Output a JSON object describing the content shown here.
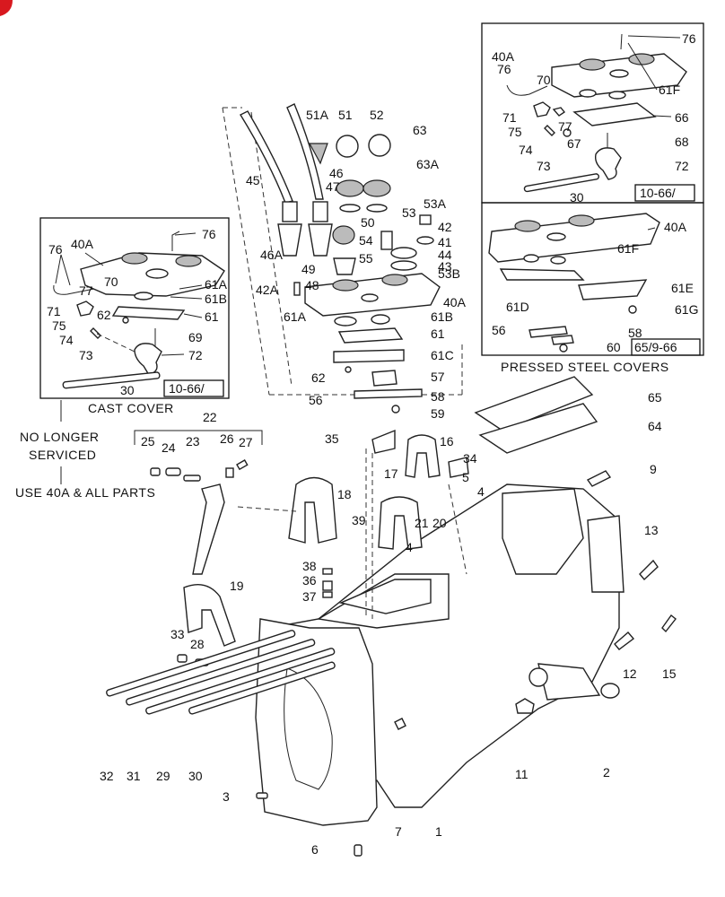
{
  "captions": {
    "cast_cover": "CAST COVER",
    "pressed_steel": "PRESSED STEEL COVERS",
    "no_longer_1": "NO  LONGER",
    "no_longer_2": "SERVICED",
    "use_40a": "USE 40A & ALL PARTS",
    "date_left": "10-66/",
    "date_right_top": "10-66/",
    "date_right_bottom": "65/9-66"
  },
  "part_labels": [
    {
      "id": "1",
      "t": "1"
    },
    {
      "id": "2",
      "t": "2"
    },
    {
      "id": "3",
      "t": "3"
    },
    {
      "id": "4a",
      "t": "4"
    },
    {
      "id": "4b",
      "t": "4"
    },
    {
      "id": "5",
      "t": "5"
    },
    {
      "id": "6",
      "t": "6"
    },
    {
      "id": "7",
      "t": "7"
    },
    {
      "id": "9",
      "t": "9"
    },
    {
      "id": "11",
      "t": "11"
    },
    {
      "id": "12",
      "t": "12"
    },
    {
      "id": "13",
      "t": "13"
    },
    {
      "id": "15",
      "t": "15"
    },
    {
      "id": "16",
      "t": "16"
    },
    {
      "id": "17",
      "t": "17"
    },
    {
      "id": "18",
      "t": "18"
    },
    {
      "id": "19",
      "t": "19"
    },
    {
      "id": "20",
      "t": "20"
    },
    {
      "id": "21",
      "t": "21"
    },
    {
      "id": "22",
      "t": "22"
    },
    {
      "id": "23",
      "t": "23"
    },
    {
      "id": "24",
      "t": "24"
    },
    {
      "id": "25",
      "t": "25"
    },
    {
      "id": "26",
      "t": "26"
    },
    {
      "id": "27",
      "t": "27"
    },
    {
      "id": "28",
      "t": "28"
    },
    {
      "id": "29",
      "t": "29"
    },
    {
      "id": "30",
      "t": "30"
    },
    {
      "id": "31",
      "t": "31"
    },
    {
      "id": "32",
      "t": "32"
    },
    {
      "id": "33",
      "t": "33"
    },
    {
      "id": "34",
      "t": "34"
    },
    {
      "id": "35",
      "t": "35"
    },
    {
      "id": "36",
      "t": "36"
    },
    {
      "id": "37",
      "t": "37"
    },
    {
      "id": "38",
      "t": "38"
    },
    {
      "id": "39",
      "t": "39"
    },
    {
      "id": "40A",
      "t": "40A"
    },
    {
      "id": "41",
      "t": "41"
    },
    {
      "id": "42",
      "t": "42"
    },
    {
      "id": "42A",
      "t": "42A"
    },
    {
      "id": "43",
      "t": "43"
    },
    {
      "id": "44",
      "t": "44"
    },
    {
      "id": "45",
      "t": "45"
    },
    {
      "id": "46",
      "t": "46"
    },
    {
      "id": "46A",
      "t": "46A"
    },
    {
      "id": "47",
      "t": "47"
    },
    {
      "id": "48",
      "t": "48"
    },
    {
      "id": "49",
      "t": "49"
    },
    {
      "id": "50",
      "t": "50"
    },
    {
      "id": "51",
      "t": "51"
    },
    {
      "id": "51A",
      "t": "51A"
    },
    {
      "id": "52",
      "t": "52"
    },
    {
      "id": "53",
      "t": "53"
    },
    {
      "id": "53A",
      "t": "53A"
    },
    {
      "id": "53B",
      "t": "53B"
    },
    {
      "id": "54",
      "t": "54"
    },
    {
      "id": "55",
      "t": "55"
    },
    {
      "id": "56",
      "t": "56"
    },
    {
      "id": "57",
      "t": "57"
    },
    {
      "id": "58",
      "t": "58"
    },
    {
      "id": "59",
      "t": "59"
    },
    {
      "id": "61",
      "t": "61"
    },
    {
      "id": "61A",
      "t": "61A"
    },
    {
      "id": "61B",
      "t": "61B"
    },
    {
      "id": "61C",
      "t": "61C"
    },
    {
      "id": "62",
      "t": "62"
    },
    {
      "id": "63",
      "t": "63"
    },
    {
      "id": "63A",
      "t": "63A"
    },
    {
      "id": "64",
      "t": "64"
    },
    {
      "id": "65",
      "t": "65"
    },
    {
      "id": "L76",
      "t": "76"
    },
    {
      "id": "L76b",
      "t": "76"
    },
    {
      "id": "L40A",
      "t": "40A"
    },
    {
      "id": "L70",
      "t": "70"
    },
    {
      "id": "L77",
      "t": "77"
    },
    {
      "id": "L61A",
      "t": "61A"
    },
    {
      "id": "L61B",
      "t": "61B"
    },
    {
      "id": "L61",
      "t": "61"
    },
    {
      "id": "L71",
      "t": "71"
    },
    {
      "id": "L62",
      "t": "62"
    },
    {
      "id": "L75",
      "t": "75"
    },
    {
      "id": "L74",
      "t": "74"
    },
    {
      "id": "L73",
      "t": "73"
    },
    {
      "id": "L69",
      "t": "69"
    },
    {
      "id": "L72",
      "t": "72"
    },
    {
      "id": "L30",
      "t": "30"
    },
    {
      "id": "R76",
      "t": "76"
    },
    {
      "id": "R40A",
      "t": "40A"
    },
    {
      "id": "R76b",
      "t": "76"
    },
    {
      "id": "R70",
      "t": "70"
    },
    {
      "id": "R61F",
      "t": "61F"
    },
    {
      "id": "R71",
      "t": "71"
    },
    {
      "id": "R77",
      "t": "77"
    },
    {
      "id": "R66",
      "t": "66"
    },
    {
      "id": "R75",
      "t": "75"
    },
    {
      "id": "R67",
      "t": "67"
    },
    {
      "id": "R74",
      "t": "74"
    },
    {
      "id": "R68",
      "t": "68"
    },
    {
      "id": "R73",
      "t": "73"
    },
    {
      "id": "R72",
      "t": "72"
    },
    {
      "id": "R30",
      "t": "30"
    },
    {
      "id": "P40A",
      "t": "40A"
    },
    {
      "id": "P61F",
      "t": "61F"
    },
    {
      "id": "P61D",
      "t": "61D"
    },
    {
      "id": "P61E",
      "t": "61E"
    },
    {
      "id": "P61G",
      "t": "61G"
    },
    {
      "id": "P56",
      "t": "56"
    },
    {
      "id": "P58",
      "t": "58"
    },
    {
      "id": "P60",
      "t": "60"
    }
  ],
  "colors": {
    "ink": "#111111",
    "paper": "#ffffff",
    "corner_badge": "#d8191f"
  }
}
